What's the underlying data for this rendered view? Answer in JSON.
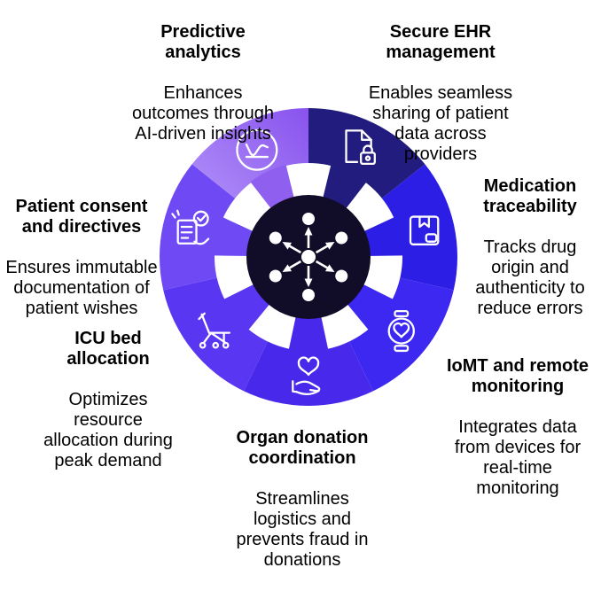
{
  "diagram": {
    "center": {
      "icon": "blockchain-network-icon",
      "bg_color": "#110d28"
    },
    "ring_gap_color": "#ffffff",
    "segments": [
      {
        "name": "secure-ehr-management",
        "icon": "document-lock-icon",
        "color": "#221c7e",
        "title": [
          "Secure EHR",
          "management"
        ],
        "desc": [
          "Enables seamless",
          "sharing of patient",
          "data across",
          "providers"
        ]
      },
      {
        "name": "medication-traceability",
        "icon": "package-icon",
        "color": "#2c1ee4",
        "title": [
          "Medication",
          "traceability"
        ],
        "desc": [
          "Tracks drug",
          "origin and",
          "authenticity to",
          "reduce errors"
        ]
      },
      {
        "name": "iomt-and-remote-monitoring",
        "icon": "smartwatch-heart-icon",
        "color": "#3c28f0",
        "title": [
          "IoMT and remote",
          "monitoring"
        ],
        "desc": [
          "Integrates data",
          "from devices for",
          "real-time",
          "monitoring"
        ]
      },
      {
        "name": "organ-donation-coordination",
        "icon": "hand-heart-icon",
        "color": "#4829ec",
        "title": [
          "Organ donation",
          "coordination"
        ],
        "desc": [
          "Streamlines",
          "logistics and",
          "prevents fraud in",
          "donations"
        ]
      },
      {
        "name": "icu-bed-allocation",
        "icon": "hospital-bed-icon",
        "color": "#5936f1",
        "title": [
          "ICU bed",
          "allocation"
        ],
        "desc": [
          "Optimizes",
          "resource",
          "allocation during",
          "peak demand"
        ]
      },
      {
        "name": "patient-consent-and-directives",
        "icon": "consent-document-icon",
        "color": "#6f49f4",
        "title": [
          "Patient consent",
          "and directives"
        ],
        "desc": [
          "Ensures immutable",
          "documentation of",
          "patient wishes"
        ]
      },
      {
        "name": "predictive-analytics",
        "icon": "line-chart-icon",
        "color": "#8f5fef",
        "gradient": [
          "#ae8df8",
          "#8a55ee"
        ],
        "title": [
          "Predictive",
          "analytics"
        ],
        "desc": [
          "Enhances",
          "outcomes through",
          "AI-driven insights"
        ]
      }
    ]
  }
}
